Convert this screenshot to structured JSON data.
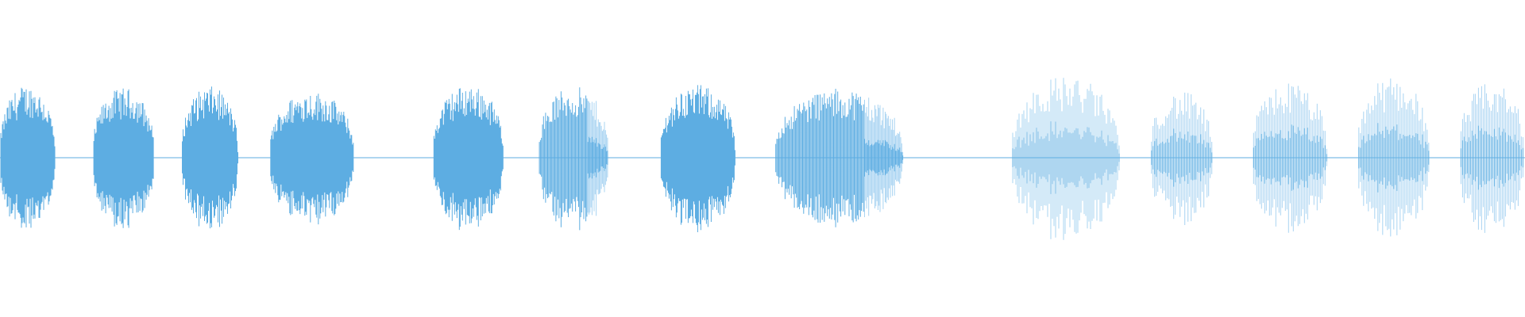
{
  "waveform": {
    "color": "#5dade2",
    "light_color": "#a9d4f2",
    "background": "#ffffff",
    "duration_fraction_bursts": [
      {
        "start": 0.0,
        "end": 0.036,
        "amp": 0.46,
        "density": "solid"
      },
      {
        "start": 0.061,
        "end": 0.101,
        "amp": 0.44,
        "density": "solid"
      },
      {
        "start": 0.119,
        "end": 0.156,
        "amp": 0.45,
        "density": "solid"
      },
      {
        "start": 0.177,
        "end": 0.232,
        "amp": 0.42,
        "density": "solid"
      },
      {
        "start": 0.284,
        "end": 0.33,
        "amp": 0.46,
        "density": "solid"
      },
      {
        "start": 0.353,
        "end": 0.399,
        "amp": 0.45,
        "density": "mixed"
      },
      {
        "start": 0.433,
        "end": 0.482,
        "amp": 0.46,
        "density": "solid"
      },
      {
        "start": 0.508,
        "end": 0.592,
        "amp": 0.44,
        "density": "mixed"
      },
      {
        "start": 0.663,
        "end": 0.734,
        "amp": 0.52,
        "density": "sparse"
      },
      {
        "start": 0.754,
        "end": 0.795,
        "amp": 0.42,
        "density": "sparse"
      },
      {
        "start": 0.821,
        "end": 0.87,
        "amp": 0.48,
        "density": "sparse"
      },
      {
        "start": 0.89,
        "end": 0.937,
        "amp": 0.52,
        "density": "sparse"
      },
      {
        "start": 0.957,
        "end": 1.0,
        "amp": 0.48,
        "density": "sparse"
      }
    ]
  }
}
